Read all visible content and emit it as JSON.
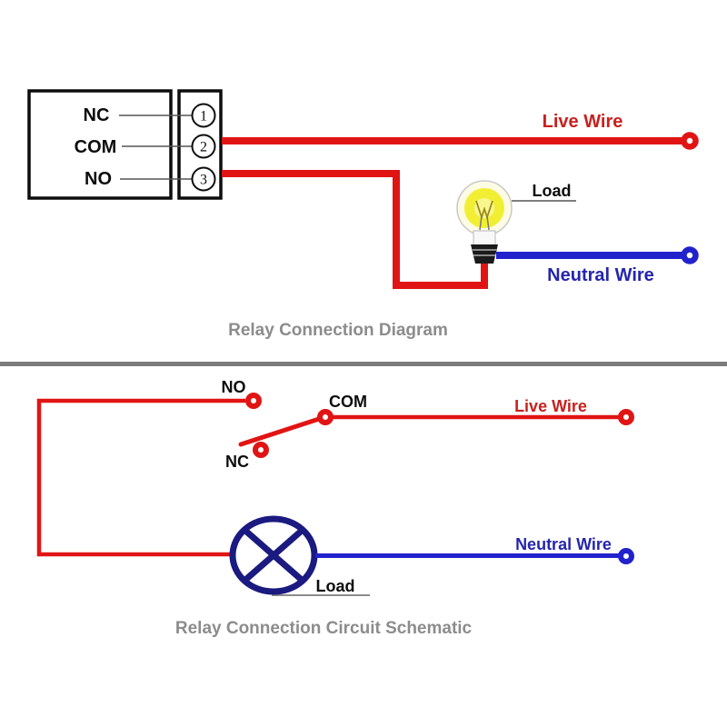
{
  "top_diagram": {
    "caption": "Relay Connection Diagram",
    "terminals": [
      {
        "name": "NC",
        "pin": "1"
      },
      {
        "name": "COM",
        "pin": "2"
      },
      {
        "name": "NO",
        "pin": "3"
      }
    ],
    "labels": {
      "live": "Live Wire",
      "neutral": "Neutral Wire",
      "load": "Load"
    }
  },
  "schematic": {
    "caption": "Relay Connection Circuit Schematic",
    "contacts": {
      "no": "NO",
      "com": "COM",
      "nc": "NC"
    },
    "labels": {
      "live": "Live Wire",
      "neutral": "Neutral Wire",
      "load": "Load"
    }
  },
  "colors": {
    "live_wire_red": "#e11414",
    "live_text_red": "#c9201d",
    "neutral_wire_blue": "#2222cc",
    "neutral_text_blue": "#2525ad",
    "lamp_symbol_navy": "#1a1a80",
    "caption_gray": "#8c8c8c",
    "divider_gray": "#7c7c7c",
    "label_black": "#0d0d0d",
    "bulb_glow_yellow": "#f2ee33"
  }
}
